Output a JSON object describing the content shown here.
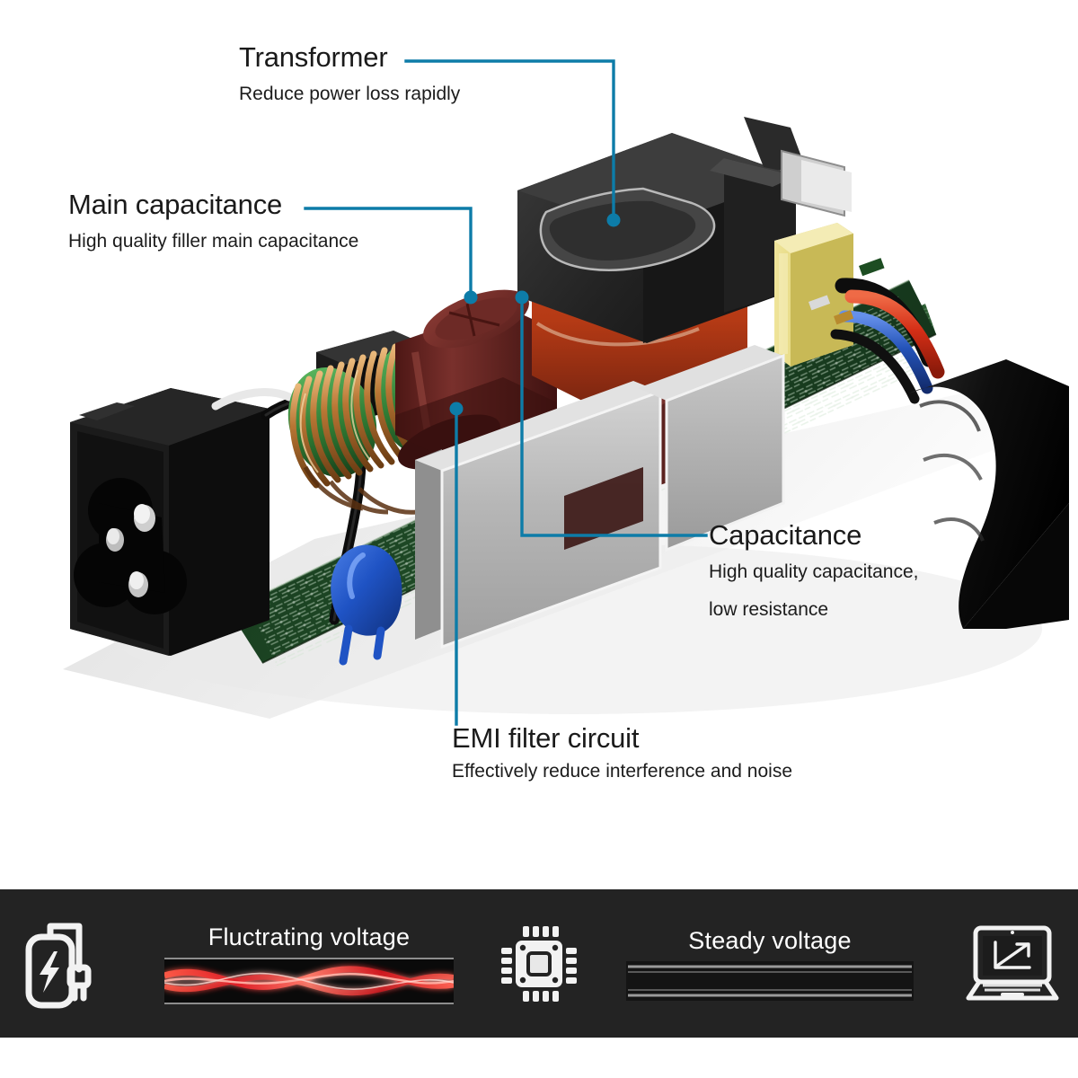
{
  "page": {
    "background_color": "#ffffff",
    "callout_line_color": "#0d7ca8",
    "banner_background": "#232323"
  },
  "callouts": [
    {
      "id": "transformer",
      "title": "Transformer",
      "subtitle": "Reduce power loss rapidly",
      "anchor": "transformer-core"
    },
    {
      "id": "main-capacitance",
      "title": "Main capacitance",
      "subtitle": "High quality filler main capacitance",
      "anchor": "main-electrolytic-capacitor"
    },
    {
      "id": "capacitance",
      "title": "Capacitance",
      "subtitle_line1": "High quality capacitance,",
      "subtitle_line2": "low resistance",
      "anchor": "output-capacitor"
    },
    {
      "id": "emi-filter",
      "title": "EMI filter circuit",
      "subtitle": "Effectively reduce interference and noise",
      "anchor": "toroidal-common-mode-choke"
    }
  ],
  "product": {
    "name": "switching-power-adapter-pcb",
    "components": [
      {
        "name": "ac-inlet-socket",
        "type": "C6 cloverleaf 3-pin inlet",
        "color": "#151515"
      },
      {
        "name": "toroidal-choke",
        "type": "common mode choke",
        "color": "#b8762f"
      },
      {
        "name": "green-ferrite-core",
        "color": "#2f7a33"
      },
      {
        "name": "blue-ceramic-capacitor",
        "color": "#1f53c4"
      },
      {
        "name": "main-electrolytic-capacitor",
        "color": "#6e2321"
      },
      {
        "name": "transformer",
        "color": "#2a2a2a"
      },
      {
        "name": "transformer-copper-winding",
        "color": "#c03a17"
      },
      {
        "name": "heatsink",
        "color": "#b9b9b9"
      },
      {
        "name": "pcb-board",
        "color": "#1d3f22"
      },
      {
        "name": "yellow-film-capacitor",
        "color": "#d9cf72"
      },
      {
        "name": "output-wire-red",
        "color": "#d42e16"
      },
      {
        "name": "output-wire-blue",
        "color": "#2453b8"
      },
      {
        "name": "output-cable-sheath",
        "color": "#121212"
      }
    ]
  },
  "banner": {
    "items": [
      {
        "icon": "power-brick-plug-icon",
        "label": ""
      },
      {
        "icon": "fluctuating-wave-bar",
        "label": "Fluctrating voltage",
        "accent": "#e01b24"
      },
      {
        "icon": "cpu-chip-icon",
        "label": ""
      },
      {
        "icon": "steady-line-bar",
        "label": "Steady voltage",
        "accent": "#2ee02e"
      },
      {
        "icon": "laptop-chart-icon",
        "label": ""
      }
    ]
  }
}
